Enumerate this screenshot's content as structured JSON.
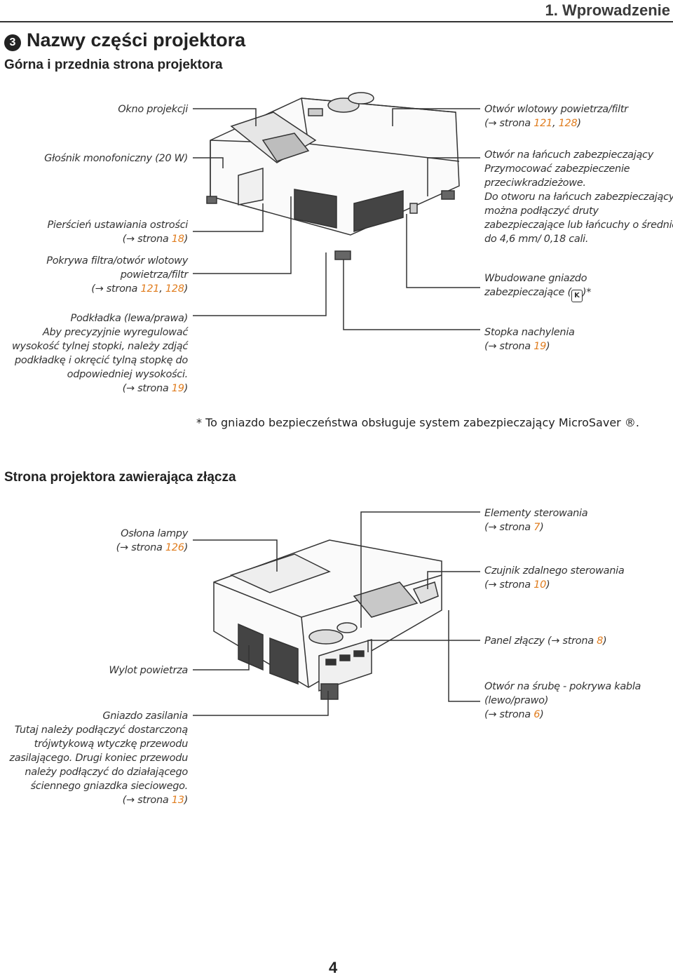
{
  "header": {
    "chapter": "1. Wprowadzenie"
  },
  "section": {
    "number": "3",
    "title": "Nazwy części projektora",
    "subtitle": "Górna i przednia strona projektora"
  },
  "top_labels_left": {
    "okno": "Okno projekcji",
    "glosnik": "Głośnik monofoniczny (20 W)",
    "pierscien": {
      "l1": "Pierścień ustawiania ostrości",
      "pre": "(",
      "arrow": "→",
      "str": " strona ",
      "ref": "18",
      "post": ")"
    },
    "pokrywa": {
      "l1": "Pokrywa filtra/otwór wlotowy",
      "l2": "powietrza/filtr",
      "pre": "(",
      "arrow": "→",
      "str": " strona ",
      "ref1": "121",
      "sep": ", ",
      "ref2": "128",
      "post": ")"
    },
    "podkladka": {
      "l1": "Podkładka (lewa/prawa)",
      "l2": "Aby precyzyjnie wyregulować",
      "l3": "wysokość tylnej stopki, należy zdjąć",
      "l4": "podkładkę i okręcić tylną stopkę do",
      "l5": "odpowiedniej wysokości.",
      "pre": "(",
      "arrow": "→",
      "str": " strona ",
      "ref": "19",
      "post": ")"
    }
  },
  "top_labels_right": {
    "otwor_wlotowy": {
      "l1": "Otwór wlotowy powietrza/filtr",
      "pre": "(",
      "arrow": "→",
      "str": " strona ",
      "ref1": "121",
      "sep": ", ",
      "ref2": "128",
      "post": ")"
    },
    "otwor_lancuch": {
      "l1": "Otwór na łańcuch zabezpieczający",
      "l2": "Przymocować zabezpieczenie",
      "l3": "przeciwkradzieżowe.",
      "l4": "Do otworu na łańcuch zabezpieczający",
      "l5": "można podłączyć druty",
      "l6": "zabezpieczające lub łańcuchy o średnicy",
      "l7": "do 4,6 mm/ 0,18 cali."
    },
    "gniazdo": {
      "l1": "Wbudowane gniazdo",
      "l2a": "zabezpieczające (",
      "icon": "K",
      "l2b": ")*"
    },
    "stopka": {
      "l1": "Stopka nachylenia",
      "pre": "(",
      "arrow": "→",
      "str": " strona ",
      "ref": "19",
      "post": ")"
    }
  },
  "footnote": "*  To gniazdo bezpieczeństwa obsługuje system zabezpieczający MicroSaver ®.",
  "section2": {
    "title": "Strona projektora zawierająca złącza"
  },
  "bottom_labels_left": {
    "oslona": {
      "l1": "Osłona lampy",
      "pre": "(",
      "arrow": "→",
      "str": " strona ",
      "ref": "126",
      "post": ")"
    },
    "wylot": "Wylot powietrza",
    "zasilanie": {
      "l1": "Gniazdo zasilania",
      "l2": "Tutaj należy podłączyć dostarczoną",
      "l3": "trójwtykową wtyczkę przewodu",
      "l4": "zasilającego. Drugi koniec przewodu",
      "l5": "należy podłączyć do działającego",
      "l6": "ściennego gniazdka sieciowego.",
      "pre": "(",
      "arrow": "→",
      "str": " strona ",
      "ref": "13",
      "post": ")"
    }
  },
  "bottom_labels_right": {
    "elementy": {
      "l1": "Elementy sterowania",
      "pre": "(",
      "arrow": "→",
      "str": " strona ",
      "ref": "7",
      "post": ")"
    },
    "czujnik": {
      "l1": "Czujnik zdalnego sterowania",
      "pre": "(",
      "arrow": "→",
      "str": " strona ",
      "ref": "10",
      "post": ")"
    },
    "panel": {
      "l1": "Panel złączy (",
      "arrow": "→",
      "str": " strona ",
      "ref": "8",
      "post": ")"
    },
    "srube": {
      "l1": "Otwór na śrubę - pokrywa kabla",
      "l2": "(lewo/prawo)",
      "pre": "(",
      "arrow": "→",
      "str": " strona ",
      "ref": "6",
      "post": ")"
    }
  },
  "page_number": "4",
  "colors": {
    "reference": "#e07d1f",
    "text": "#333333",
    "lines": "#333333"
  }
}
